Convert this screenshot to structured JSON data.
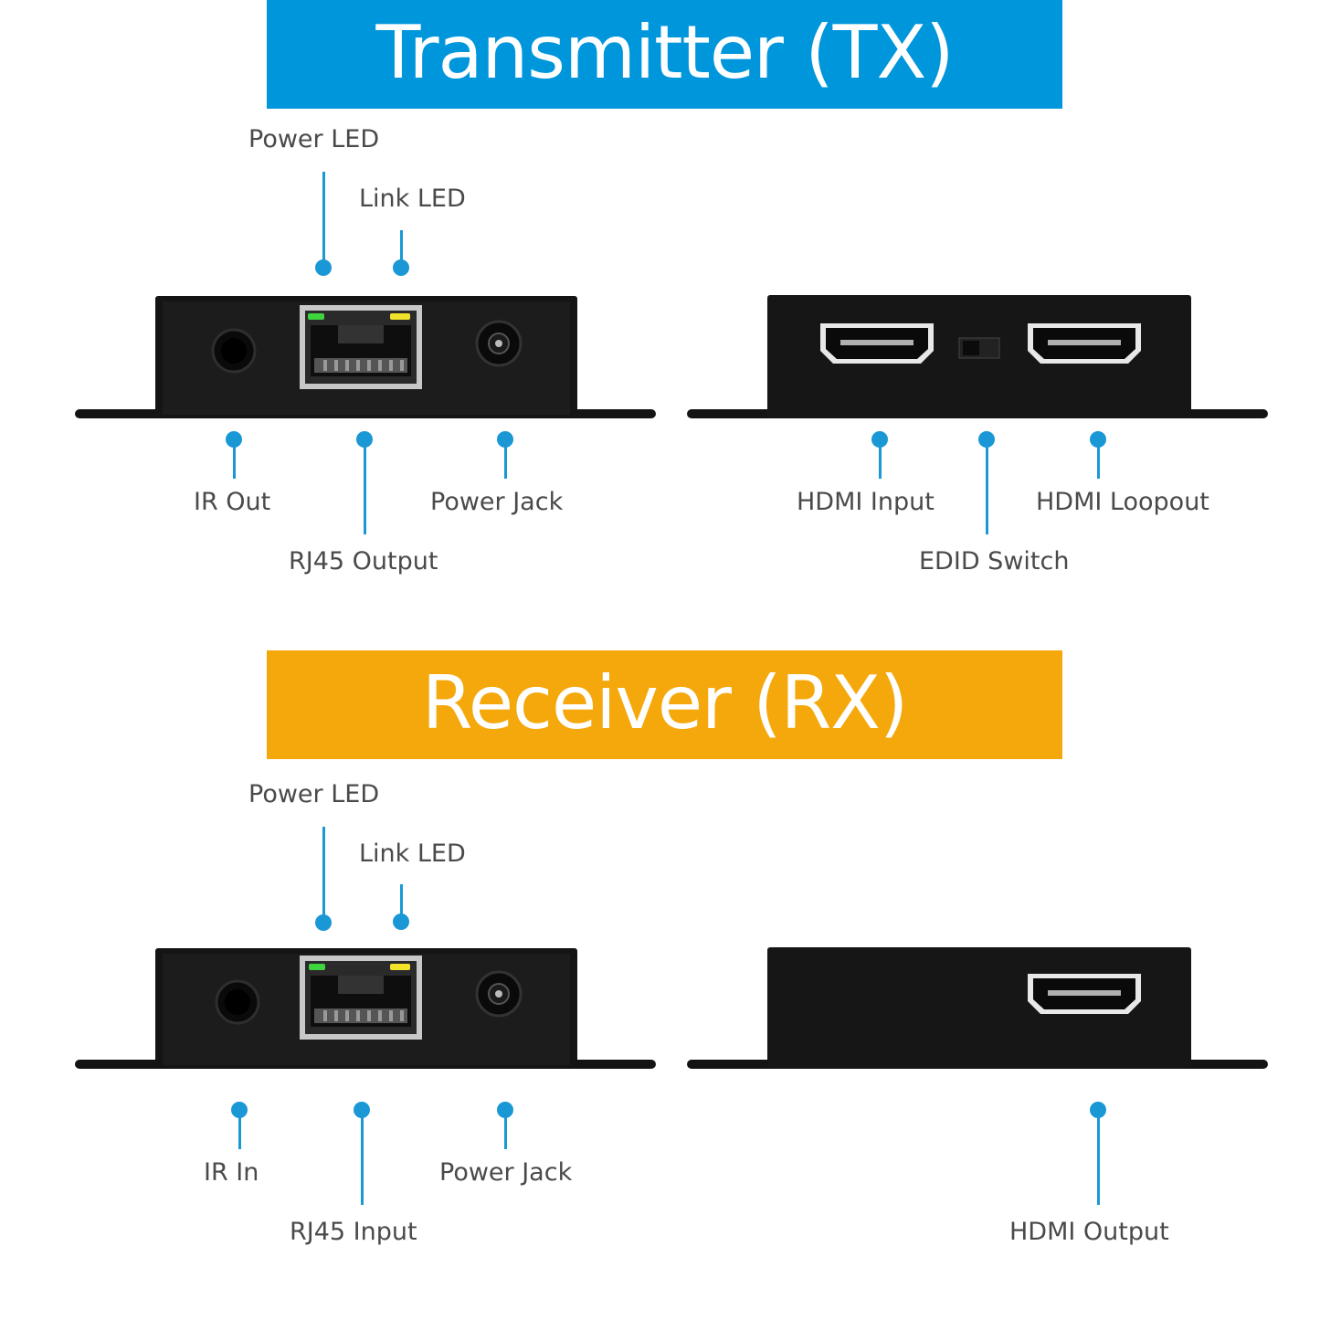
{
  "colors": {
    "tx_banner": "#0096dc",
    "rx_banner": "#f5a80c",
    "callout": "#1a98d5",
    "label_text": "#4a4a4a",
    "device_body": "#141414",
    "power_led": "#3ed43e",
    "link_led": "#f3e22a"
  },
  "transmitter": {
    "title": "Transmitter (TX)",
    "front": {
      "power_led": "Power LED",
      "link_led": "Link LED",
      "ir": "IR Out",
      "rj45": "RJ45 Output",
      "power_jack": "Power Jack"
    },
    "back": {
      "hdmi_in": "HDMI Input",
      "edid": "EDID Switch",
      "hdmi_loop": "HDMI Loopout"
    }
  },
  "receiver": {
    "title": "Receiver (RX)",
    "front": {
      "power_led": "Power LED",
      "link_led": "Link LED",
      "ir": "IR In",
      "rj45": "RJ45 Input",
      "power_jack": "Power Jack"
    },
    "back": {
      "hdmi_out": "HDMI Output"
    }
  }
}
